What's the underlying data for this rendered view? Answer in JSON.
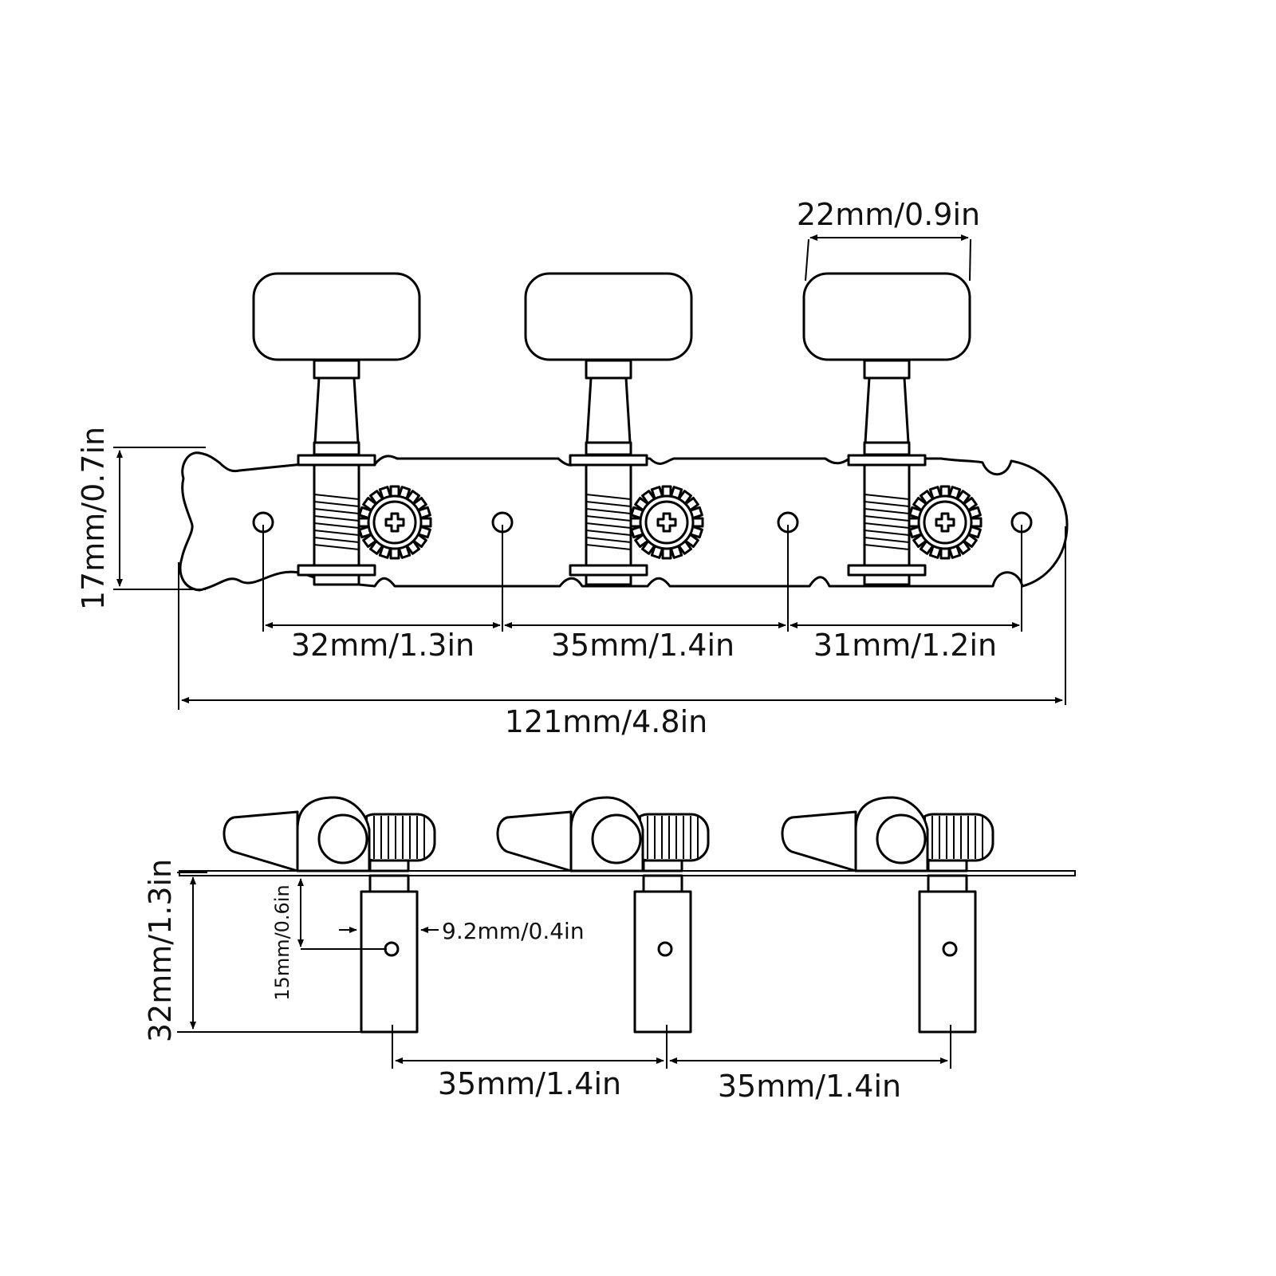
{
  "top_view": {
    "button_width": "22mm/0.9in",
    "plate_height": "17mm/0.7in",
    "spacing_1": "32mm/1.3in",
    "spacing_2": "35mm/1.4in",
    "spacing_3": "31mm/1.2in",
    "total_length": "121mm/4.8in"
  },
  "side_view": {
    "total_height": "32mm/1.3in",
    "hole_depth": "15mm/0.6in",
    "post_width": "9.2mm/0.4in",
    "post_spacing_1": "35mm/1.4in",
    "post_spacing_2": "35mm/1.4in"
  }
}
